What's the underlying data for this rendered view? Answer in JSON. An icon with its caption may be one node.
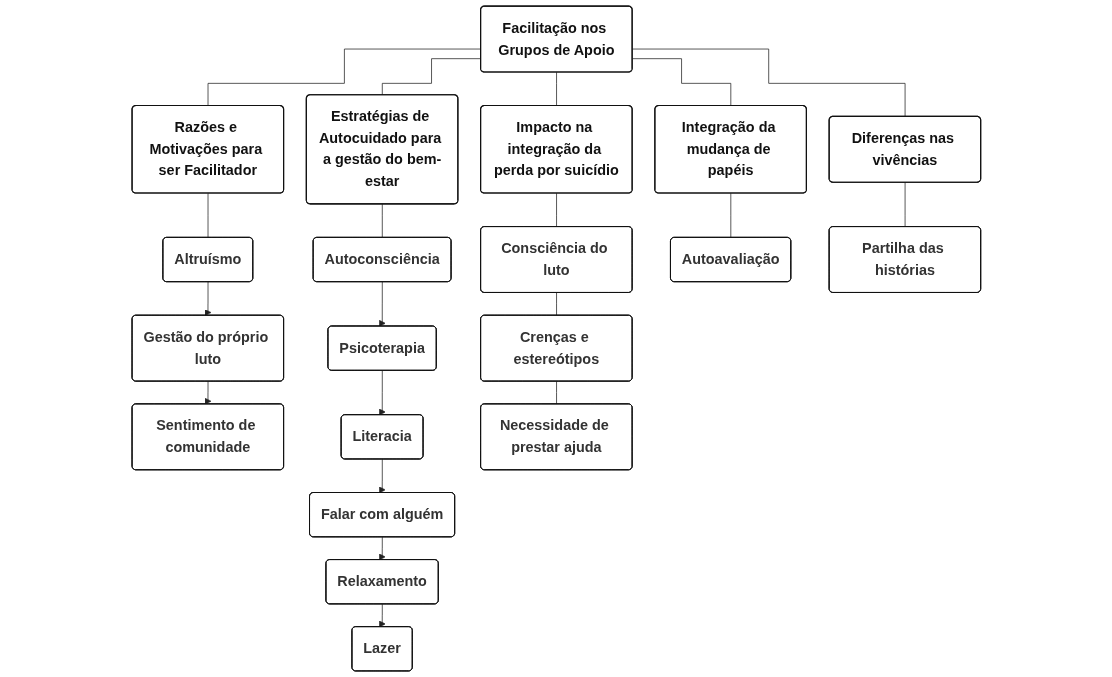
{
  "diagram": {
    "nodes": [
      {
        "text": [
          "Facilitação nos Grupos de Apoio"
        ]
      },
      {
        "text": [
          "Razões e Motivações para ser Facilitador"
        ]
      },
      {
        "text": [
          "Altruísmo"
        ]
      },
      {
        "text": [
          "Gestão do próprio luto"
        ]
      },
      {
        "text": [
          "Sentimento de comunidade"
        ]
      },
      {
        "text": [
          "Estratégias de Autocuidado para a gestão do bem-estar"
        ]
      },
      {
        "text": [
          "Autoconsciência"
        ]
      },
      {
        "text": [
          "Psicoterapia"
        ]
      },
      {
        "text": [
          "Literacia"
        ]
      },
      {
        "text": [
          "Falar com alguém"
        ]
      },
      {
        "text": [
          "Relaxamento"
        ]
      },
      {
        "text": [
          "Lazer"
        ]
      },
      {
        "text": [
          "Impacto na integração da perda por suicídio"
        ]
      },
      {
        "text": [
          "Consciência do luto"
        ]
      },
      {
        "text": [
          "Crenças e estereótipos"
        ]
      },
      {
        "text": [
          "Necessidade de prestar ajuda"
        ]
      },
      {
        "text": [
          "Integração da mudança de papéis"
        ]
      },
      {
        "text": [
          "Autoavaliação"
        ]
      },
      {
        "text": [
          "Diferenças nas vivências"
        ]
      },
      {
        "text": [
          "Partilha das histórias"
        ]
      }
    ],
    "edges": [
      {
        "from": 0,
        "to": 1,
        "arrow": "none"
      },
      {
        "from": 0,
        "to": 5,
        "arrow": "none"
      },
      {
        "from": 0,
        "to": 12,
        "arrow": "none"
      },
      {
        "from": 0,
        "to": 16,
        "arrow": "none"
      },
      {
        "from": 0,
        "to": 18,
        "arrow": "none"
      },
      {
        "from": 1,
        "to": 2,
        "arrow": "none"
      },
      {
        "from": 2,
        "to": 3,
        "arrow": "to"
      },
      {
        "from": 3,
        "to": 4,
        "arrow": "to"
      },
      {
        "from": 5,
        "to": 6,
        "arrow": "none"
      },
      {
        "from": 6,
        "to": 7,
        "arrow": "to"
      },
      {
        "from": 7,
        "to": 8,
        "arrow": "to"
      },
      {
        "from": 8,
        "to": 9,
        "arrow": "to"
      },
      {
        "from": 9,
        "to": 10,
        "arrow": "to"
      },
      {
        "from": 10,
        "to": 11,
        "arrow": "to"
      },
      {
        "from": 12,
        "to": 13,
        "arrow": "none"
      },
      {
        "from": 13,
        "to": 14,
        "arrow": "none"
      },
      {
        "from": 14,
        "to": 15,
        "arrow": "none"
      },
      {
        "from": 16,
        "to": 17,
        "arrow": "none"
      },
      {
        "from": 18,
        "to": 19,
        "arrow": "none"
      }
    ]
  }
}
